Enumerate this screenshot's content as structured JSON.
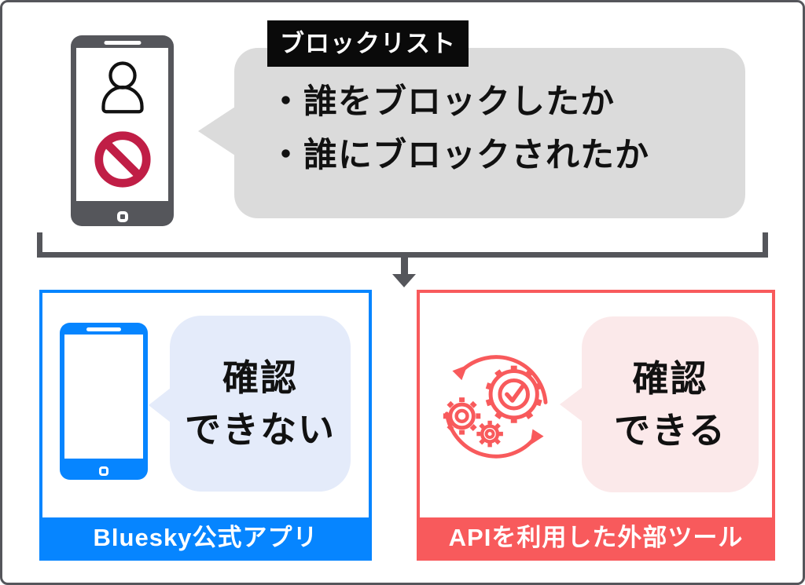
{
  "top_section": {
    "label": "ブロックリスト",
    "bullets": [
      "・誰をブロックしたか",
      "・誰にブロックされたか"
    ]
  },
  "left_box": {
    "bubble_line1": "確認",
    "bubble_line2": "できない",
    "footer": "Bluesky公式アプリ"
  },
  "right_box": {
    "bubble_line1": "確認",
    "bubble_line2": "できる",
    "footer": "APIを利用した外部ツール"
  },
  "icons": {
    "top_phone": "smartphone-icon",
    "person": "user-icon",
    "prohibition": "block-prohibition-icon",
    "left_phone": "smartphone-icon",
    "gears": "api-gears-cycle-icon"
  },
  "colors": {
    "frame_gray": "#55565b",
    "bubble_gray": "#dbdbdb",
    "label_black": "#0a0a0a",
    "bluesky_blue": "#0685ff",
    "light_blue": "#e4ebfa",
    "tool_red": "#f85a5c",
    "light_pink": "#fbe9ea",
    "block_crimson": "#c01e46"
  }
}
